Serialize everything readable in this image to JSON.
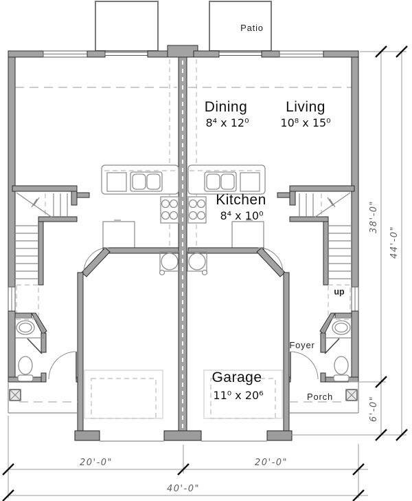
{
  "plan": {
    "rooms": {
      "patio": {
        "label": "Patio"
      },
      "dining": {
        "label": "Dining",
        "size": "8⁴ x 12⁰"
      },
      "living": {
        "label": "Living",
        "size": "10⁸ x 15⁰"
      },
      "kitchen": {
        "label": "Kitchen",
        "size": "8⁴ x 10⁰"
      },
      "garage": {
        "label": "Garage",
        "size": "11⁰ x 20⁶"
      },
      "foyer": {
        "label": "Foyer"
      },
      "porch": {
        "label": "Porch"
      }
    },
    "annotations": {
      "stair_direction": "up"
    },
    "dimensions": {
      "right_upper": "38'-0\"",
      "right_overall": "44'-0\"",
      "right_lower": "6'-0\"",
      "bottom_left_unit": "20'-0\"",
      "bottom_right_unit": "20'-0\"",
      "bottom_overall": "40'-0\""
    },
    "colors": {
      "wall": "#a3a3a3",
      "wall-edge": "#2b2b2b",
      "thin": "#8a8a8a",
      "dash": "#bbbbbb",
      "dim": "#9a9a9a",
      "dim-text": "#5f5f5f",
      "label": "#111111"
    }
  }
}
